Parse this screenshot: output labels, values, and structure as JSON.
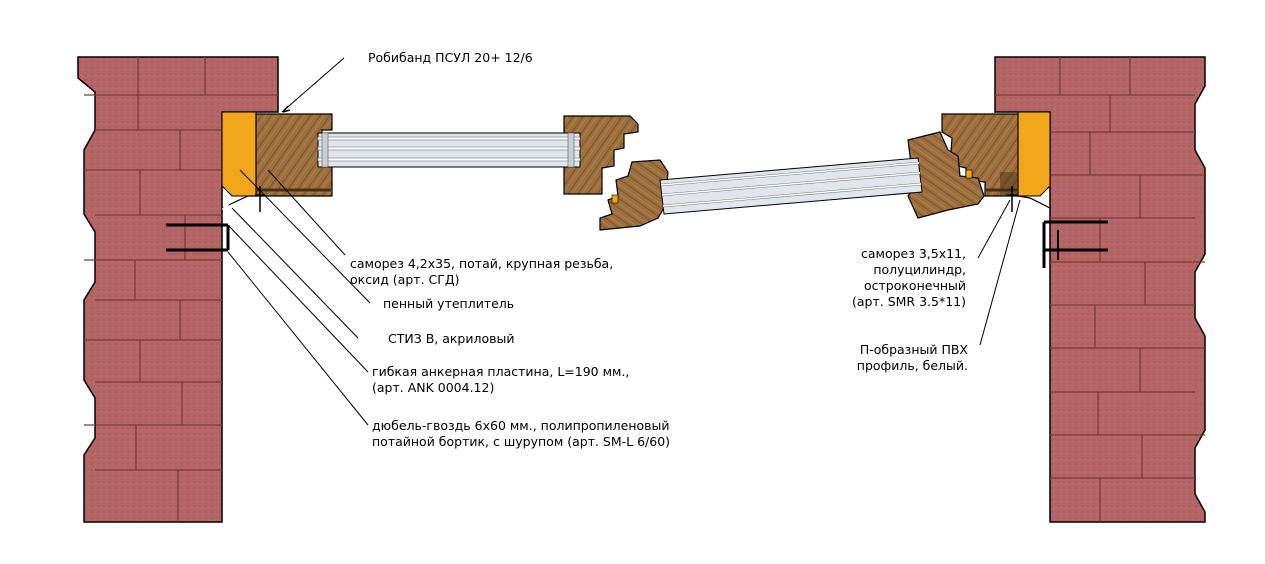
{
  "colors": {
    "brick": "#b46565",
    "brick_mortar": "#7a3a3a",
    "wood": "#9c6f3e",
    "wood_dark": "#4a2f14",
    "foam": "#f2a61a",
    "glass": "#dfe6ec",
    "line": "#000000"
  },
  "labels": {
    "robiband": "Робибанд ПСУЛ 20+ 12/6",
    "screw_left_1": "саморез 4,2х35, потай, крупная резьба,",
    "screw_left_2": "оксид (арт. СГД)",
    "foam": "пенный утеплитель",
    "stiz": "СТИЗ В, акриловый",
    "anchor_1": "гибкая анкерная пластина, L=190 мм.,",
    "anchor_2": "(арт. ANK 0004.12)",
    "dowel_1": "дюбель-гвоздь 6х60 мм., полипропиленовый",
    "dowel_2": "потайной бортик, с шурупом (арт. SM-L 6/60)",
    "screw_right_1": "саморез 3,5х11,",
    "screw_right_2": "полуцилиндр,",
    "screw_right_3": "остроконечный",
    "screw_right_4": "(арт. SMR 3.5*11)",
    "pvc_1": "П-образный ПВХ",
    "pvc_2": "профиль, белый."
  }
}
